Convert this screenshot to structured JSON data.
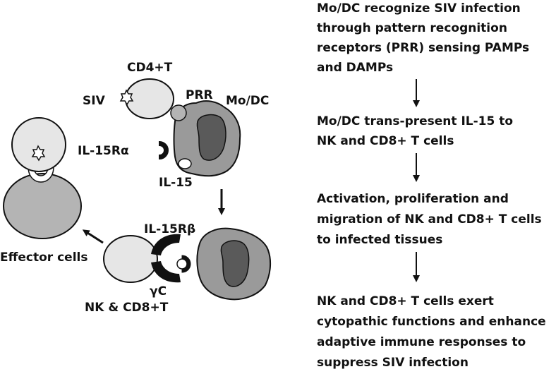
{
  "labels": {
    "cd4t": "CD4+T",
    "siv": "SIV",
    "prr": "PRR",
    "modc": "Mo/DC",
    "il15ra": "IL-15Rα",
    "il15": "IL-15",
    "il15rb": "IL-15Rβ",
    "effector": "Effector cells",
    "gc": "γC",
    "nkcd8": "NK & CD8+T"
  },
  "steps": [
    {
      "lines": [
        "Mo/DC recognize SIV infection",
        "through pattern recognition",
        "receptors (PRR) sensing PAMPs",
        "and DAMPs"
      ]
    },
    {
      "lines": [
        "Mo/DC trans-present IL-15 to",
        "NK and CD8+ T cells"
      ]
    },
    {
      "lines": [
        "Activation, proliferation and",
        "migration of NK and CD8+ T cells",
        "to infected tissues"
      ]
    },
    {
      "lines": [
        "NK and CD8+ T cells exert",
        "cytopathic functions and enhance",
        "adaptive immune responses to",
        "suppress SIV infection"
      ]
    }
  ]
}
